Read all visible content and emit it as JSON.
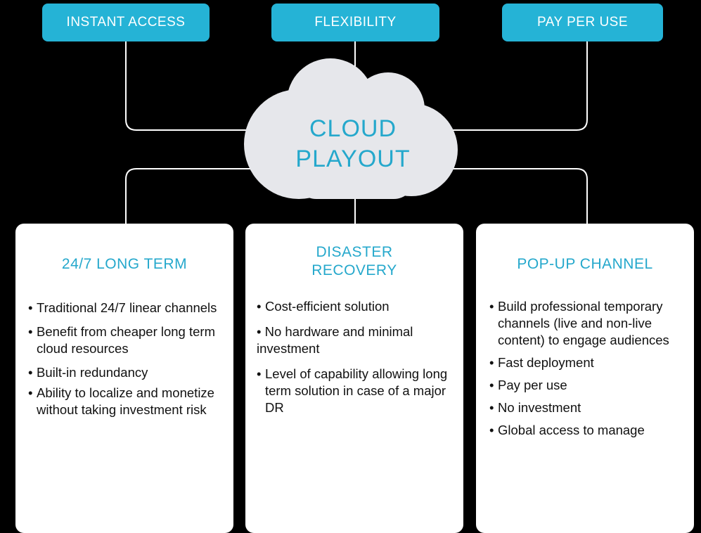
{
  "benefits": [
    "INSTANT ACCESS",
    "FLEXIBILITY",
    "PAY PER USE"
  ],
  "center": {
    "line1": "CLOUD",
    "line2": "PLAYOUT"
  },
  "use_cases": [
    {
      "title": "24/7 LONG TERM",
      "bullets": [
        "Traditional 24/7 linear channels",
        "Benefit from cheaper long term cloud resources",
        "Built-in redundancy",
        "Ability to localize and monetize without taking investment risk"
      ]
    },
    {
      "title_line1": "DISASTER",
      "title_line2": "RECOVERY",
      "bullets": [
        "Cost-efficient solution",
        "No hardware and minimal investment",
        "Level of capability allowing long term solution in case of a major DR"
      ]
    },
    {
      "title": "POP-UP CHANNEL",
      "bullets": [
        "Build professional temporary channels (live and non-live content) to engage audiences",
        "Fast deployment",
        "Pay per use",
        "No investment",
        "Global access to manage"
      ]
    }
  ],
  "colors": {
    "accent": "#25b3d6",
    "title_text": "#25a8cc",
    "background": "#000000",
    "cloud": "#e6e7eb"
  }
}
